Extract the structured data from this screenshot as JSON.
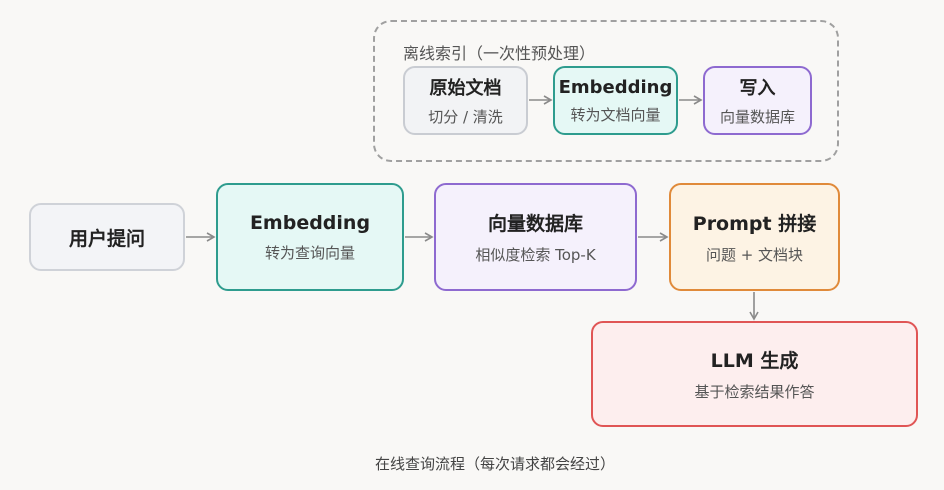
{
  "offline": {
    "title": "离线索引（一次性预处理）",
    "nodes": [
      {
        "title": "原始文档",
        "subtitle": "切分 / 清洗"
      },
      {
        "title": "Embedding",
        "subtitle": "转为文档向量"
      },
      {
        "title": "写入",
        "subtitle": "向量数据库"
      }
    ]
  },
  "online": {
    "nodes": [
      {
        "title": "用户提问"
      },
      {
        "title": "Embedding",
        "subtitle": "转为查询向量"
      },
      {
        "title": "向量数据库",
        "subtitle": "相似度检索 Top-K"
      },
      {
        "title": "Prompt 拼接",
        "subtitle": "问题 + 文档块"
      },
      {
        "title": "LLM 生成",
        "subtitle": "基于检索结果作答"
      }
    ],
    "caption": "在线查询流程（每次请求都会经过）"
  },
  "colors": {
    "neutral": "#c9ccd2",
    "teal": "#2e9c8e",
    "purple": "#8e6ad0",
    "orange": "#e08a3a",
    "red": "#e05555",
    "arrow": "#8a8a8a"
  }
}
